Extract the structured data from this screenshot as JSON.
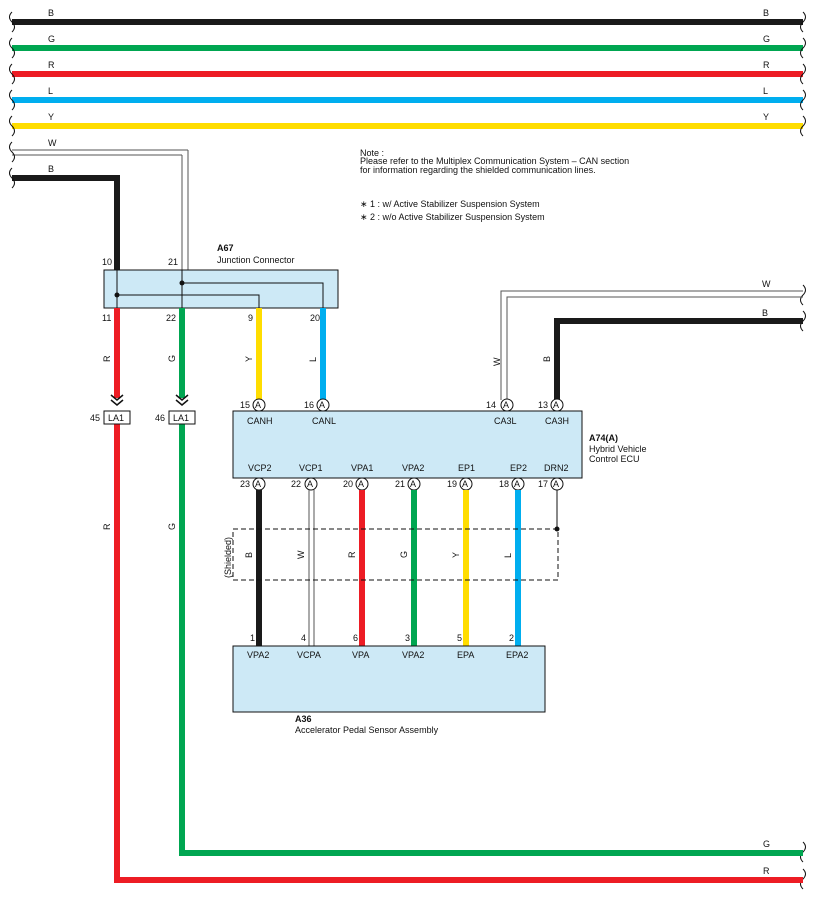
{
  "colors": {
    "black": "#1a1a1a",
    "green": "#00a651",
    "red": "#ed1c24",
    "blue": "#00aeef",
    "yellow": "#ffdd00",
    "connector_fill": "#cde9f6"
  },
  "bus_wires": {
    "b": "B",
    "g": "G",
    "r": "R",
    "l": "L",
    "y": "Y",
    "w": "W"
  },
  "note": {
    "title": "Note :",
    "line1": "Please refer to the Multiplex Communication System – CAN section",
    "line2": "for information regarding the shielded communication lines.",
    "item1": "∗ 1 : w/ Active Stabilizer Suspension System",
    "item2": "∗ 2 : w/o Active Stabilizer Suspension System"
  },
  "a67": {
    "code": "A67",
    "name": "Junction Connector",
    "pins_top": [
      "10",
      "21"
    ],
    "pins_bottom": [
      "11",
      "22",
      "9",
      "20"
    ]
  },
  "wire_colors": {
    "r_left": "R",
    "g_left": "G",
    "y_can": "Y",
    "l_can": "L",
    "w_right": "W",
    "b_right": "B",
    "w_right_bus": "W",
    "b_right_bus": "B",
    "r_long": "R",
    "g_long": "G",
    "g_bottom": "G",
    "r_bottom": "R"
  },
  "splices": [
    {
      "num": "45",
      "label": "LA1"
    },
    {
      "num": "46",
      "label": "LA1"
    }
  ],
  "a74": {
    "code": "A74(A)",
    "name_line1": "Hybrid Vehicle",
    "name_line2": "Control ECU",
    "connector": "A",
    "top_pins": [
      {
        "num": "15",
        "name": "CANH"
      },
      {
        "num": "16",
        "name": "CANL"
      },
      {
        "num": "14",
        "name": "CA3L"
      },
      {
        "num": "13",
        "name": "CA3H"
      }
    ],
    "bottom_pins": [
      {
        "num": "23",
        "name": "VCP2"
      },
      {
        "num": "22",
        "name": "VCP1"
      },
      {
        "num": "20",
        "name": "VPA1"
      },
      {
        "num": "21",
        "name": "VPA2"
      },
      {
        "num": "19",
        "name": "EP1"
      },
      {
        "num": "18",
        "name": "EP2"
      },
      {
        "num": "17",
        "name": "DRN2"
      }
    ]
  },
  "shielded_label": "(Shielded)",
  "harness": [
    {
      "color": "B"
    },
    {
      "color": "W"
    },
    {
      "color": "R"
    },
    {
      "color": "G"
    },
    {
      "color": "Y"
    },
    {
      "color": "L"
    }
  ],
  "a36": {
    "code": "A36",
    "name": "Accelerator Pedal Sensor Assembly",
    "pins": [
      {
        "num": "1",
        "name": "VPA2"
      },
      {
        "num": "4",
        "name": "VCPA"
      },
      {
        "num": "6",
        "name": "VPA"
      },
      {
        "num": "3",
        "name": "VPA2"
      },
      {
        "num": "5",
        "name": "EPA"
      },
      {
        "num": "2",
        "name": "EPA2"
      }
    ]
  }
}
